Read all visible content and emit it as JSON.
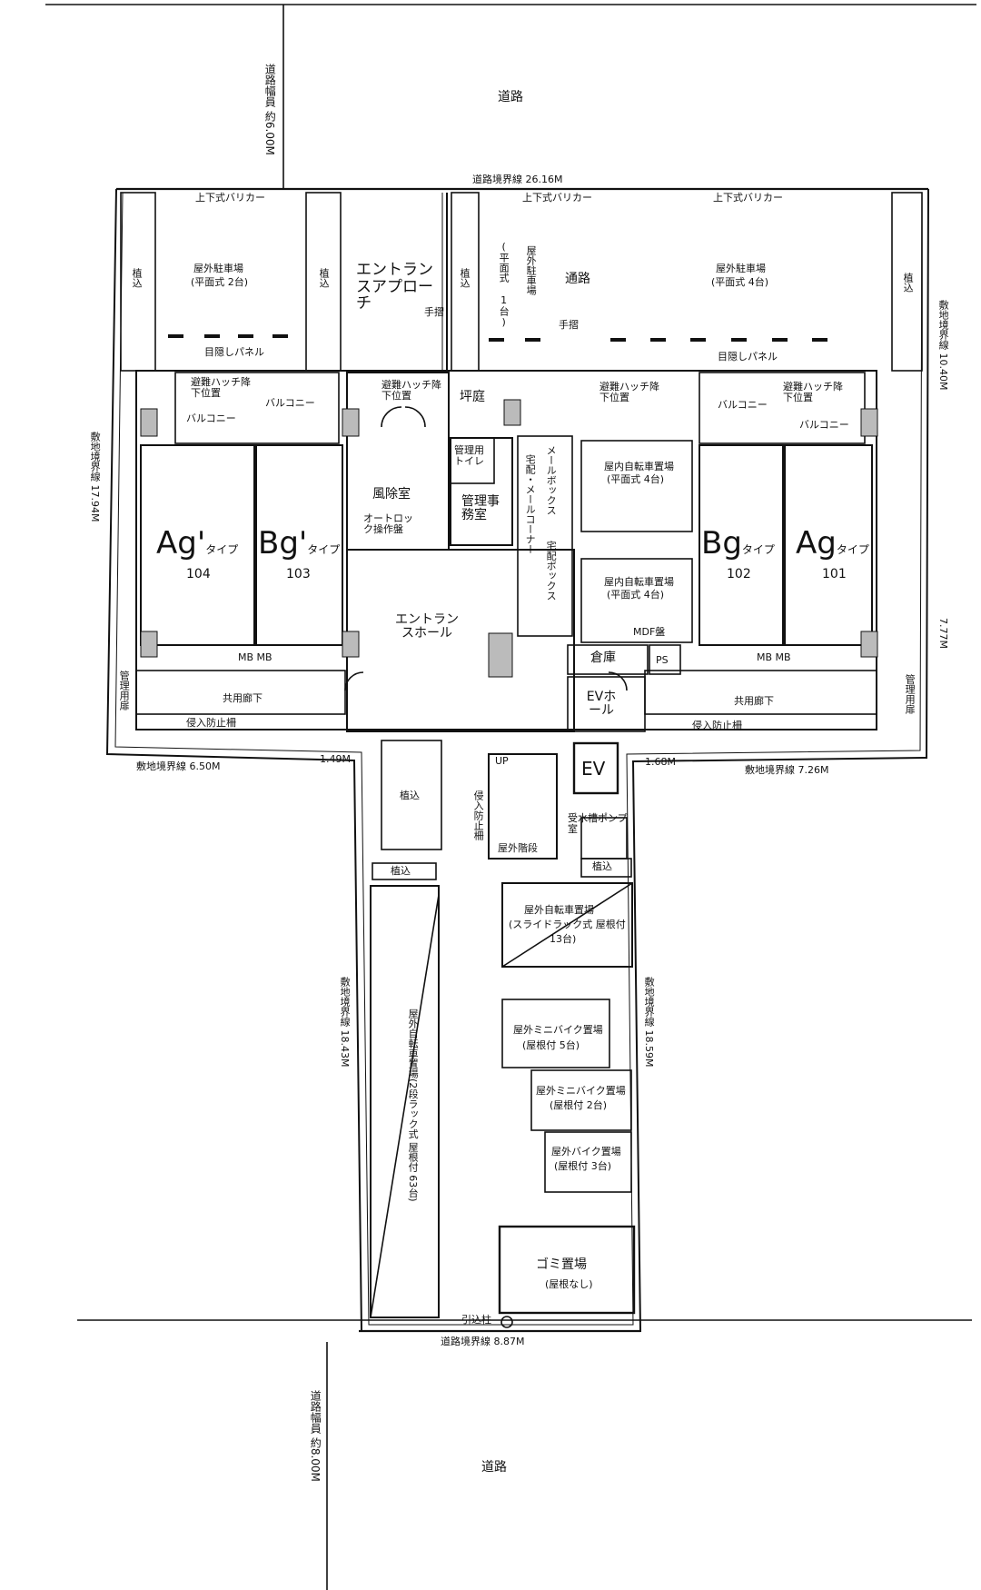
{
  "road_top": {
    "label": "道路",
    "width": "道路幅員 約6.00M",
    "boundary": "道路境界線 26.16M"
  },
  "road_bottom": {
    "label": "道路",
    "width": "道路幅員 約8.00M",
    "boundary": "道路境界線 8.87M",
    "pole": "引込柱"
  },
  "parking_left": {
    "title": "屋外駐車場",
    "spec": "(平面式 2台)",
    "barrier": "上下式バリカー",
    "panel": "目隠しパネル"
  },
  "parking_right": {
    "title": "屋外駐車場",
    "spec": "(平面式 4台)",
    "barrier": "上下式バリカー",
    "panel": "目隠しパネル"
  },
  "parking_center": {
    "title": "屋外駐車場",
    "spec": "(平面式 1台)",
    "barrier": "上下式バリカー"
  },
  "entrance_approach": "エントランスアプローチ",
  "passage": "通路",
  "handrail": "手摺",
  "planting": "植込",
  "courtyard": "坪庭",
  "hatch": "避難ハッチ降下位置",
  "balcony": "バルコニー",
  "windbreak": "風除室",
  "autolock": "オートロック操作盤",
  "office": "管理事務室",
  "office_toilet": "管理用トイレ",
  "mail_corner": "宅配・メールコーナー",
  "mailbox": "メールボックス",
  "delivery_box": "宅配ボックス",
  "bike_indoor_1": {
    "title": "屋内自転車置場",
    "spec": "(平面式 4台)"
  },
  "bike_indoor_2": {
    "title": "屋内自転車置場",
    "spec": "(平面式 4台)"
  },
  "mdf": "MDF盤",
  "storage": "倉庫",
  "ps": "PS",
  "ev_hall": "EVホール",
  "ev": "EV",
  "entrance_hall": "エントランスホール",
  "corridor": "共用廊下",
  "intrusion_fence": "侵入防止柵",
  "mgmt_door": "管理用扉",
  "mb": "MB MB",
  "units": [
    {
      "type": "Ag'",
      "suffix": "タイプ",
      "no": "104"
    },
    {
      "type": "Bg'",
      "suffix": "タイプ",
      "no": "103"
    },
    {
      "type": "Bg",
      "suffix": "タイプ",
      "no": "102"
    },
    {
      "type": "Ag",
      "suffix": "タイプ",
      "no": "101"
    }
  ],
  "site_lines": {
    "left_upper": "敷地境界線 17.94M",
    "right_upper": "敷地境界線 10.40M",
    "right_mid": "7.77M",
    "left_h": "敷地境界線 6.50M",
    "left_small": "1.49M",
    "right_h": "敷地境界線 7.26M",
    "right_small": "1.68M",
    "left_lower": "敷地境界線 18.43M",
    "right_lower": "敷地境界線 18.59M"
  },
  "stairs": {
    "up": "UP",
    "label": "屋外階段"
  },
  "pump": "受水槽ポンプ室",
  "bike_slide": {
    "title": "屋外自転車置場",
    "spec": "(スライドラック式 屋根付",
    "count": "13台)"
  },
  "bike_two_tier": "屋外自転車置場(2段ラック式 屋根付 63台)",
  "minibike_5": {
    "title": "屋外ミニバイク置場",
    "spec": "(屋根付 5台)"
  },
  "minibike_2": {
    "title": "屋外ミニバイク置場",
    "spec": "(屋根付 2台)"
  },
  "motorbike_3": {
    "title": "屋外バイク置場",
    "spec": "(屋根付 3台)"
  },
  "garbage": {
    "title": "ゴミ置場",
    "spec": "(屋根なし)"
  }
}
